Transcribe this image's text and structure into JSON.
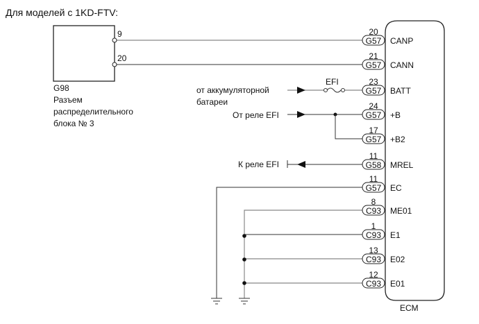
{
  "title": "Для моделей с 1KD-FTV:",
  "source_connector": {
    "id": "G98",
    "description_lines": [
      "Разъем",
      "распределительного",
      "блока № 3"
    ],
    "pins": [
      "9",
      "20"
    ]
  },
  "ecm": {
    "label": "ECM",
    "terminals": [
      {
        "pin": "20",
        "connector": "G57",
        "signal": "CANP"
      },
      {
        "pin": "21",
        "connector": "G57",
        "signal": "CANN"
      },
      {
        "pin": "23",
        "connector": "G57",
        "signal": "BATT"
      },
      {
        "pin": "24",
        "connector": "G57",
        "signal": "+B"
      },
      {
        "pin": "17",
        "connector": "G57",
        "signal": "+B2"
      },
      {
        "pin": "11",
        "connector": "G58",
        "signal": "MREL"
      },
      {
        "pin": "11",
        "connector": "G57",
        "signal": "EC"
      },
      {
        "pin": "8",
        "connector": "C93",
        "signal": "ME01"
      },
      {
        "pin": "1",
        "connector": "C93",
        "signal": "E1"
      },
      {
        "pin": "13",
        "connector": "C93",
        "signal": "E02"
      },
      {
        "pin": "12",
        "connector": "C93",
        "signal": "E01"
      }
    ]
  },
  "external": {
    "battery_label_lines": [
      "от аккумуляторной",
      "батареи"
    ],
    "fuse_label": "EFI",
    "from_relay_label": "От реле EFI",
    "to_relay_label": "К реле EFI"
  }
}
